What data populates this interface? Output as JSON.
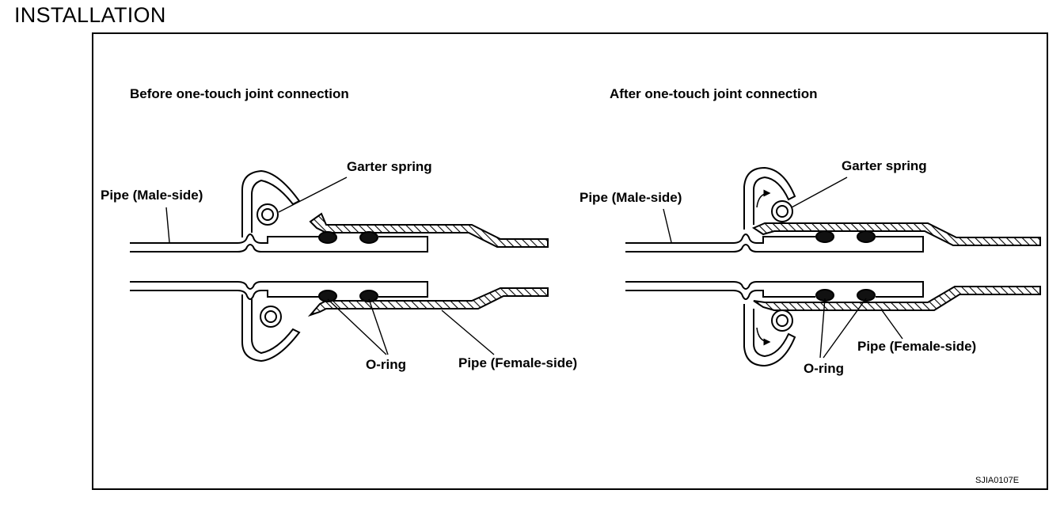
{
  "page_title": "INSTALLATION",
  "panels": {
    "before": {
      "caption": "Before one-touch joint connection",
      "labels": {
        "garter_spring": "Garter spring",
        "pipe_male": "Pipe (Male-side)",
        "o_ring": "O-ring",
        "pipe_female": "Pipe (Female-side)"
      }
    },
    "after": {
      "caption": "After one-touch joint connection",
      "labels": {
        "garter_spring": "Garter spring",
        "pipe_male": "Pipe (Male-side)",
        "o_ring": "O-ring",
        "pipe_female": "Pipe (Female-side)"
      }
    }
  },
  "figure_code": "SJIA0107E"
}
